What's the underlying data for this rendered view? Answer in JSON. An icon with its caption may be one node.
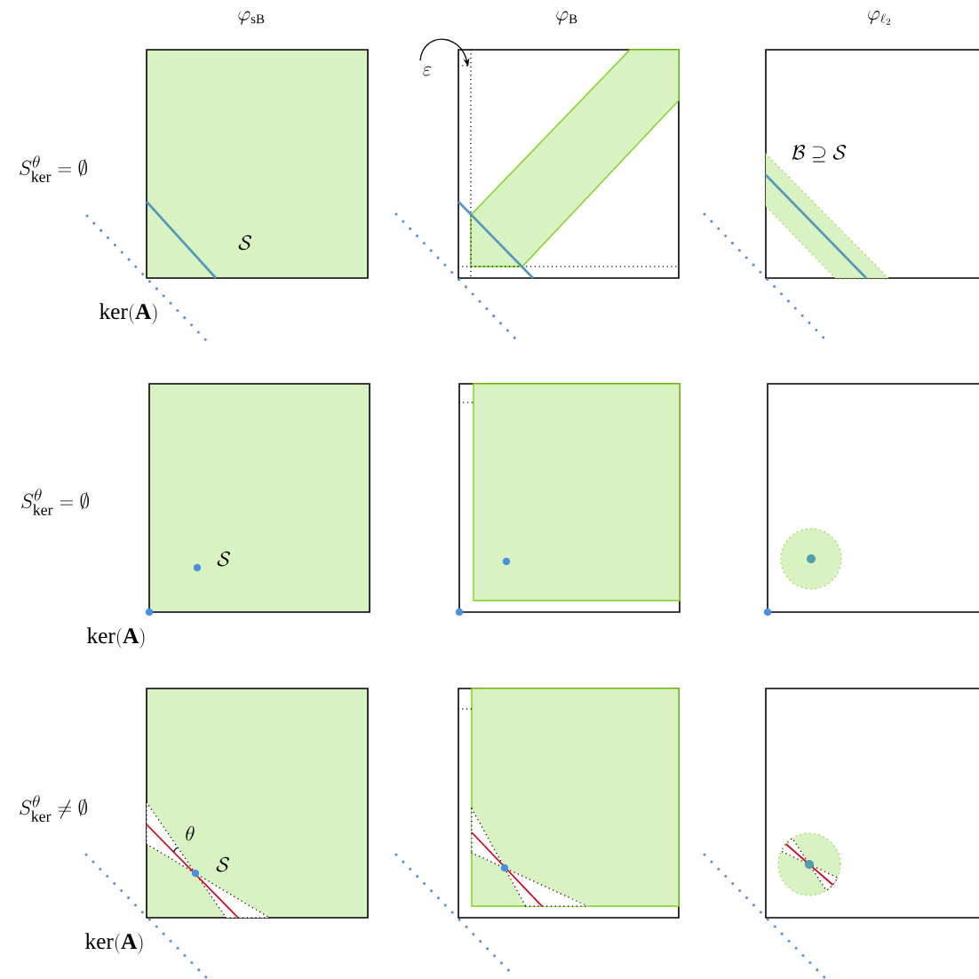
{
  "diagram": {
    "labels": [
      "\\varphi_{\\mathrm{sB}}",
      "\\varphi_{\\mathrm{B}}",
      "\\varphi_{\\ell_2}",
      "\\varepsilon",
      "\\mathcal{B} \\supseteq \\mathcal{S}",
      "S^{\\theta}_{\\mathrm{ker}} = \\emptyset",
      "\\mathcal{S}",
      "\\ker(\\mathbf{A})",
      "S^{\\theta}_{\\mathrm{ker}} = \\emptyset",
      "\\mathcal{S}",
      "\\ker(\\mathbf{A})",
      "\\theta",
      "S^{\\theta}_{\\mathrm{ker}} \\neq \\emptyset",
      "\\mathcal{S}",
      "\\ker(\\mathbf{A})"
    ]
  }
}
